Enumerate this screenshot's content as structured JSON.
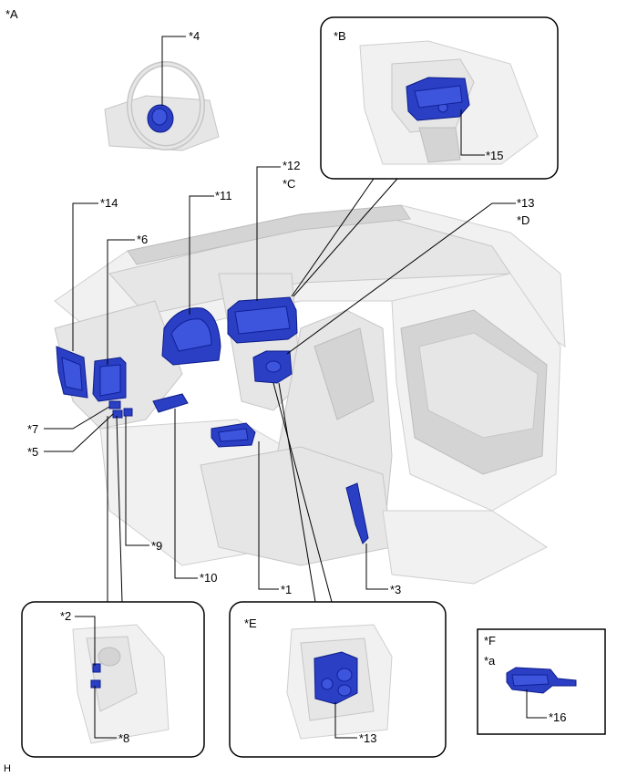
{
  "labels": {
    "A": "*A",
    "B": "*B",
    "C": "*C",
    "D": "*D",
    "E": "*E",
    "F": "*F",
    "a": "*a",
    "n1": "*1",
    "n2": "*2",
    "n3": "*3",
    "n4": "*4",
    "n5": "*5",
    "n6": "*6",
    "n7": "*7",
    "n8": "*8",
    "n9": "*9",
    "n10": "*10",
    "n11": "*11",
    "n12": "*12",
    "n13": "*13",
    "n13e": "*13",
    "n14": "*14",
    "n15": "*15",
    "n16": "*16",
    "H": "H"
  },
  "colors": {
    "component": "#2a3fc4",
    "interior": "#e6e6e6",
    "outline": "#000000"
  }
}
